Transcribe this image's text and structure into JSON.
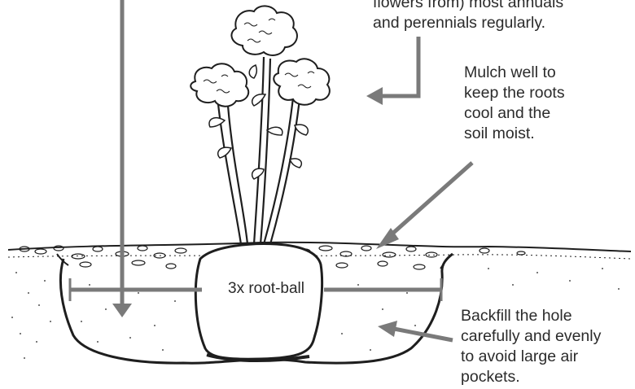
{
  "labels": {
    "deadhead": "flowers from) most annuals\nand perennials regularly.",
    "mulch": "Mulch well to\nkeep the roots\ncool and the\nsoil moist.",
    "width": "3x root-ball",
    "backfill": "Backfill the hole\ncarefully and evenly\nto avoid large air\npockets."
  },
  "colors": {
    "arrow": "#7a7a7a",
    "ink": "#1e1e1e",
    "text": "#2b2b2b"
  },
  "icons": [
    "arrow-down-icon",
    "arrow-left-icon",
    "arrow-diagonal-icon",
    "flower-icon",
    "leaf-icon"
  ]
}
